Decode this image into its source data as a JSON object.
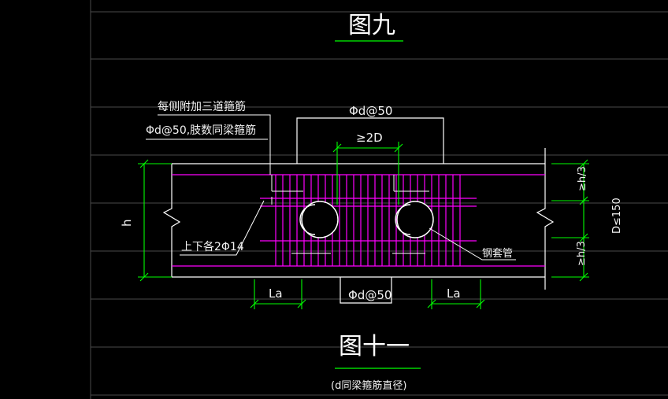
{
  "titles": {
    "top": "图九",
    "main": "图十一",
    "note": "(d同梁箍筋直径)"
  },
  "labels": {
    "stirrup_note_1": "每侧附加三道箍筋",
    "stirrup_note_2": "Φd@50,肢数同梁箍筋",
    "top_spacing": "Φd@50",
    "bottom_spacing": "Φd@50",
    "hole_spacing": "≥2D",
    "rebar": "上下各2Φ14",
    "sleeve": "钢套管",
    "height": "h",
    "third_top": "≥h/3",
    "third_bottom": "≥h/3",
    "diameter": "D≤150",
    "anchor_left": "La",
    "anchor_right": "La"
  },
  "colors": {
    "background": "#000000",
    "beam_outline": "#ffffff",
    "rebar": "#ff00ff",
    "dimension": "#00ff00",
    "grid": "#4a4a4a"
  }
}
